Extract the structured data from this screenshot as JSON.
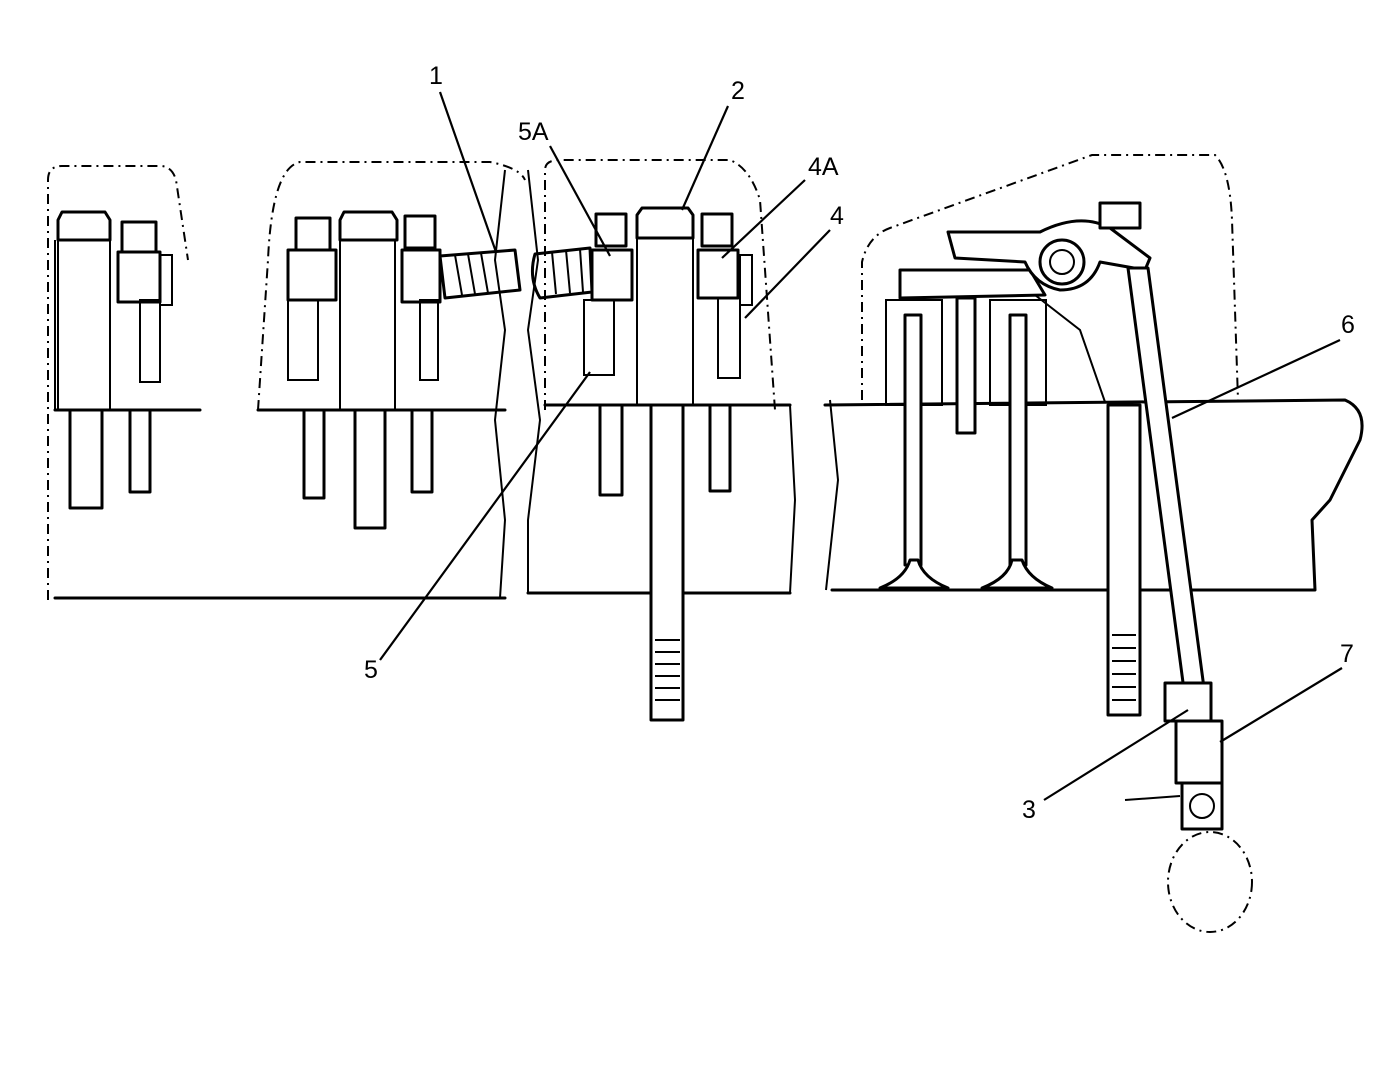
{
  "callouts": {
    "c1": "1",
    "c2": "2",
    "c3": "3",
    "c4": "4",
    "c4a": "4A",
    "c5": "5",
    "c5a": "5A",
    "c6": "6",
    "c7": "7"
  },
  "colors": {
    "ink": "#000000",
    "paper": "#ffffff"
  }
}
